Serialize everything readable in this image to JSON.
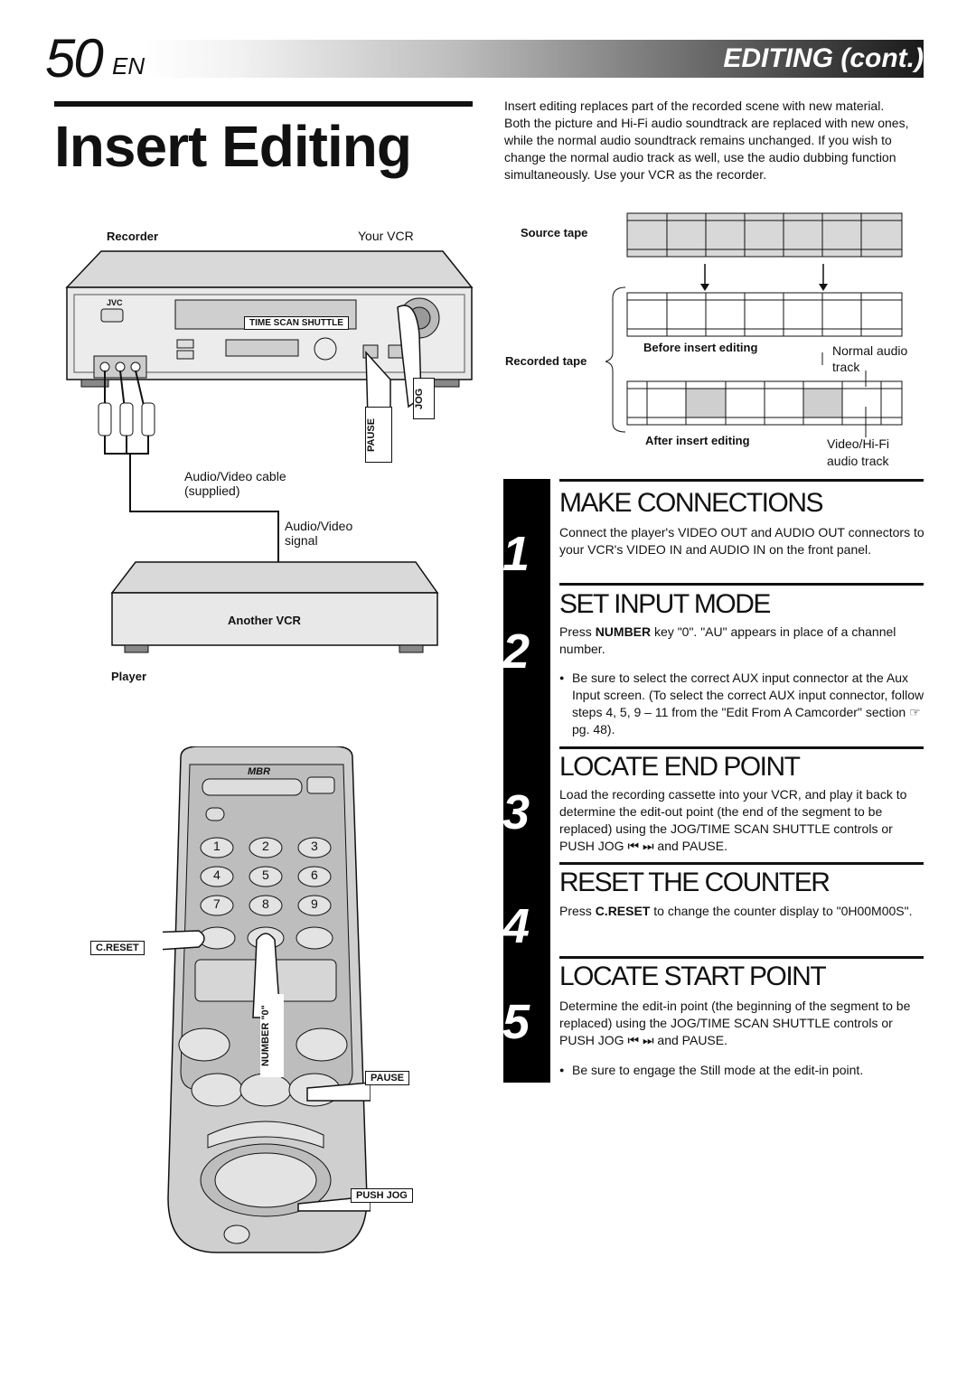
{
  "header": {
    "page_number": "50",
    "lang": "EN",
    "section": "EDITING (cont.)"
  },
  "title": "Insert Editing",
  "intro": "Insert editing replaces part of the recorded scene with new material. Both the picture and Hi-Fi audio soundtrack are replaced with new ones, while the normal audio soundtrack remains unchanged. If you wish to change the normal audio track as well, use the audio dubbing function simultaneously. Use your VCR as the recorder.",
  "diagram": {
    "recorder_label": "Recorder",
    "your_vcr_label": "Your VCR",
    "jvc_logo": "JVC",
    "time_scan_shuttle": "TIME SCAN SHUTTLE",
    "pause_label": "PAUSE",
    "jog_label": "JOG",
    "cable_label": "Audio/Video cable (supplied)",
    "signal_label": "Audio/Video signal",
    "another_vcr_label": "Another VCR",
    "player_label": "Player"
  },
  "tape": {
    "source_label": "Source tape",
    "recorded_label": "Recorded tape",
    "before_label": "Before insert editing",
    "after_label": "After insert editing",
    "normal_audio_label": "Normal audio track",
    "hifi_label": "Video/Hi-Fi audio track"
  },
  "remote": {
    "logo": "MBR",
    "keys": [
      "1",
      "2",
      "3",
      "4",
      "5",
      "6",
      "7",
      "8",
      "9"
    ],
    "c_reset_label": "C.RESET",
    "number_label": "NUMBER \"0\"",
    "pause_label": "PAUSE",
    "push_jog_label": "PUSH JOG"
  },
  "steps": [
    {
      "num": "1",
      "title": "MAKE CONNECTIONS",
      "text": "Connect the player's VIDEO OUT and AUDIO OUT connectors to your VCR's VIDEO IN and AUDIO IN on the front panel."
    },
    {
      "num": "2",
      "title": "SET INPUT MODE",
      "text_a": "Press ",
      "key": "NUMBER",
      "text_b": " key \"0\". \"AU\" appears in place of a channel number.",
      "bullet": "Be sure to select the correct AUX input connector at the Aux Input screen. (To select the correct AUX input connector, follow steps 4, 5, 9 – 11 from the \"Edit From A Camcorder\" section ☞ pg. 48)."
    },
    {
      "num": "3",
      "title": "LOCATE END POINT",
      "text": "Load the recording cassette into your VCR, and play it back to determine the edit-out point (the end of the segment to be replaced) using the JOG/TIME SCAN SHUTTLE controls or PUSH JOG ⏮ ⏭ and PAUSE."
    },
    {
      "num": "4",
      "title": "RESET THE COUNTER",
      "text_a": "Press ",
      "key": "C.RESET",
      "text_b": " to change the counter display to \"0H00M00S\"."
    },
    {
      "num": "5",
      "title": "LOCATE START POINT",
      "text": "Determine the edit-in point (the beginning of the segment to be replaced) using the JOG/TIME SCAN SHUTTLE controls or PUSH JOG ⏮ ⏭ and PAUSE.",
      "bullet": "Be sure to engage the Still mode at the edit-in point."
    }
  ]
}
